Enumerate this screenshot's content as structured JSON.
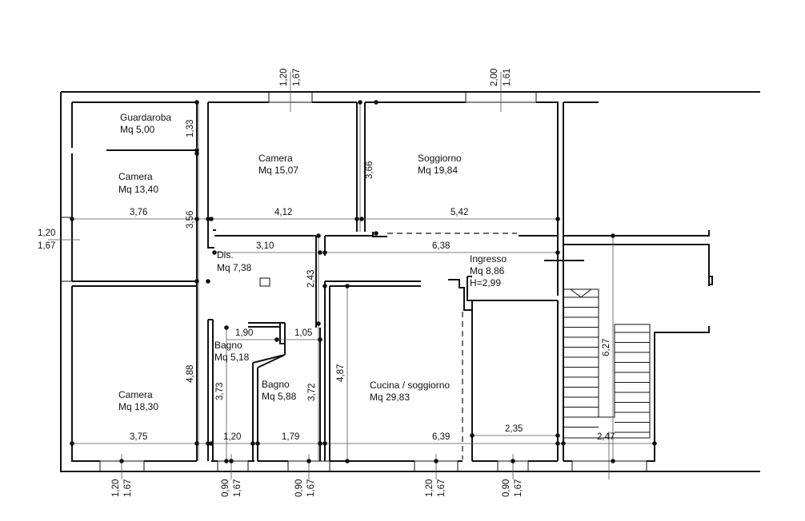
{
  "rooms": {
    "guardaroba": {
      "name": "Guardaroba",
      "area": "Mq 5,00"
    },
    "camera_nw": {
      "name": "Camera",
      "area": "Mq 13,40"
    },
    "camera_top": {
      "name": "Camera",
      "area": "Mq 15,07"
    },
    "soggiorno": {
      "name": "Soggiorno",
      "area": "Mq 19,84"
    },
    "dis": {
      "name": "Dis.",
      "area": "Mq 7,38"
    },
    "ingresso": {
      "name": "Ingresso",
      "area": "Mq 8,86",
      "height": "H=2,99"
    },
    "bagno1": {
      "name": "Bagno",
      "area": "Mq 5,18"
    },
    "bagno2": {
      "name": "Bagno",
      "area": "Mq 5,88"
    },
    "camera_sw": {
      "name": "Camera",
      "area": "Mq 18,30"
    },
    "cucina": {
      "name": "Cucina / soggiorno",
      "area": "Mq 29,83"
    }
  },
  "dimensions": {
    "d_1_33": "1,33",
    "d_3_56": "3,56",
    "d_3_66": "3,66",
    "d_3_76": "3,76",
    "d_4_12": "4,12",
    "d_5_42": "5,42",
    "d_3_10": "3,10",
    "d_6_38": "6,38",
    "d_2_43": "2,43",
    "d_1_90": "1,90",
    "d_1_05": "1,05",
    "d_4_88": "4,88",
    "d_3_73": "3,73",
    "d_3_72": "3,72",
    "d_4_87": "4,87",
    "d_6_27": "6,27",
    "d_3_75": "3,75",
    "d_1_20": "1,20",
    "d_1_79": "1,79",
    "d_6_39": "6,39",
    "d_2_35": "2,35",
    "d_2_47": "2,47"
  },
  "windows": {
    "w_top1_a": "1,20",
    "w_top1_b": "1,67",
    "w_top2_a": "2,00",
    "w_top2_b": "1,61",
    "w_left_a": "1,20",
    "w_left_b": "1,67",
    "w_b1_a": "1,20",
    "w_b1_b": "1,67",
    "w_b2_a": "0,90",
    "w_b2_b": "1,67",
    "w_b3_a": "0,90",
    "w_b3_b": "1,67",
    "w_b4_a": "1,20",
    "w_b4_b": "1,67",
    "w_b5_a": "0,90",
    "w_b5_b": "1,67"
  }
}
